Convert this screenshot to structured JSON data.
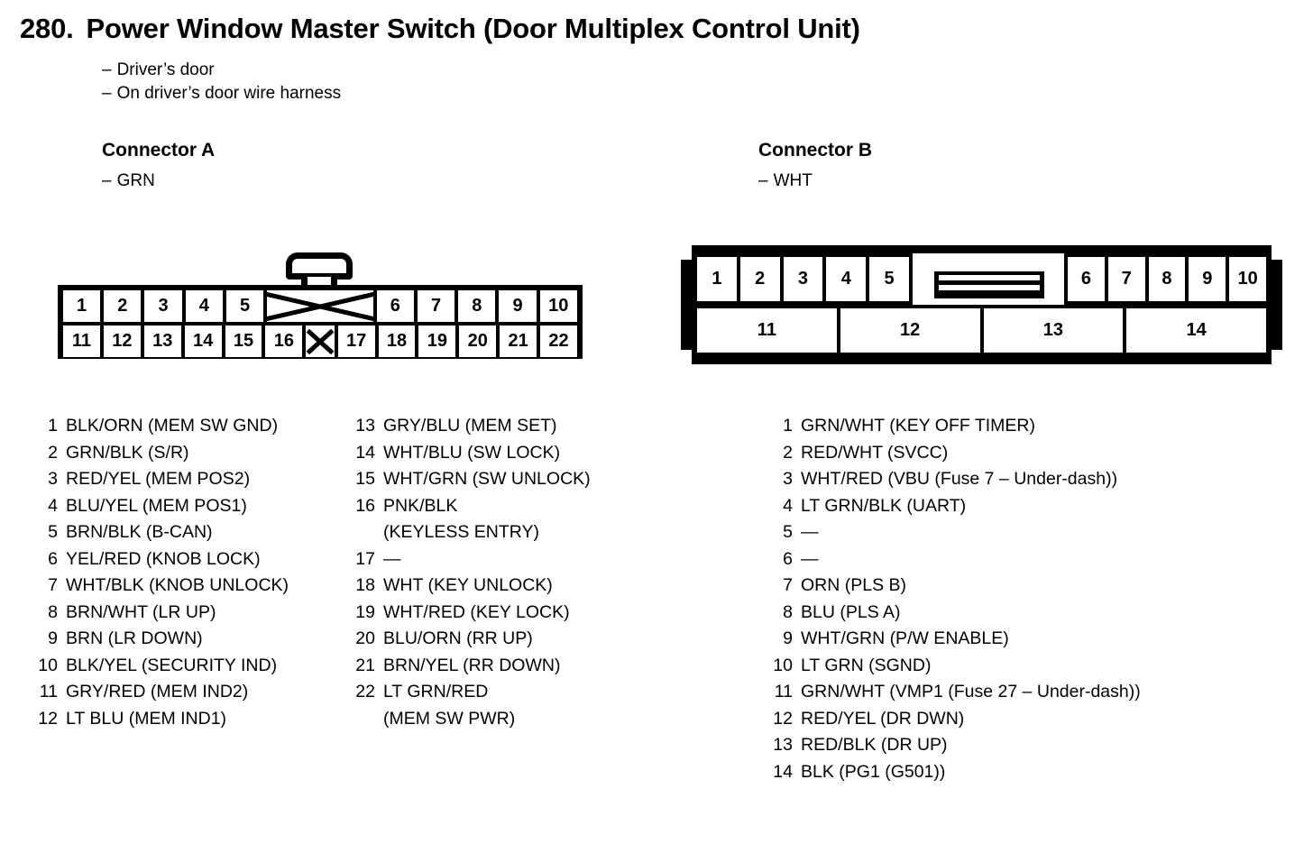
{
  "header": {
    "number": "280.",
    "title": "Power Window Master Switch (Door Multiplex Control Unit)",
    "notes": [
      {
        "dash": "–",
        "text": "Driver’s door"
      },
      {
        "dash": "–",
        "text": "On driver’s door wire harness"
      }
    ]
  },
  "connector_a": {
    "heading": "Connector A",
    "color_dash": "–",
    "color": "GRN",
    "diagram": {
      "top_row": [
        "1",
        "2",
        "3",
        "4",
        "5",
        "",
        "6",
        "7",
        "8",
        "9",
        "10"
      ],
      "bottom_row": [
        "11",
        "12",
        "13",
        "14",
        "15",
        "16",
        "",
        "17",
        "18",
        "19",
        "20",
        "21",
        "22"
      ]
    },
    "pins_col1": [
      {
        "num": "1",
        "label": "BLK/ORN (MEM SW GND)"
      },
      {
        "num": "2",
        "label": "GRN/BLK (S/R)"
      },
      {
        "num": "3",
        "label": "RED/YEL (MEM POS2)"
      },
      {
        "num": "4",
        "label": "BLU/YEL (MEM POS1)"
      },
      {
        "num": "5",
        "label": "BRN/BLK (B-CAN)"
      },
      {
        "num": "6",
        "label": "YEL/RED (KNOB LOCK)"
      },
      {
        "num": "7",
        "label": "WHT/BLK (KNOB UNLOCK)"
      },
      {
        "num": "8",
        "label": "BRN/WHT (LR UP)"
      },
      {
        "num": "9",
        "label": "BRN (LR DOWN)"
      },
      {
        "num": "10",
        "label": "BLK/YEL (SECURITY IND)"
      },
      {
        "num": "11",
        "label": "GRY/RED (MEM IND2)"
      },
      {
        "num": "12",
        "label": "LT BLU (MEM IND1)"
      }
    ],
    "pins_col2": [
      {
        "num": "13",
        "label": "GRY/BLU (MEM SET)"
      },
      {
        "num": "14",
        "label": "WHT/BLU (SW LOCK)"
      },
      {
        "num": "15",
        "label": "WHT/GRN (SW UNLOCK)"
      },
      {
        "num": "16",
        "label": "PNK/BLK",
        "cont": "(KEYLESS ENTRY)"
      },
      {
        "num": "17",
        "label": "—"
      },
      {
        "num": "18",
        "label": "WHT (KEY UNLOCK)"
      },
      {
        "num": "19",
        "label": "WHT/RED (KEY LOCK)"
      },
      {
        "num": "20",
        "label": "BLU/ORN (RR UP)"
      },
      {
        "num": "21",
        "label": "BRN/YEL (RR DOWN)"
      },
      {
        "num": "22",
        "label": "LT GRN/RED",
        "cont": "(MEM SW PWR)"
      }
    ]
  },
  "connector_b": {
    "heading": "Connector B",
    "color_dash": "–",
    "color": "WHT",
    "diagram": {
      "top_left_pins": [
        "1",
        "2",
        "3",
        "4",
        "5"
      ],
      "top_right_pins": [
        "6",
        "7",
        "8",
        "9",
        "10"
      ],
      "bottom_pins": [
        "11",
        "12",
        "13",
        "14"
      ]
    },
    "pins": [
      {
        "num": "1",
        "label": "GRN/WHT (KEY OFF TIMER)"
      },
      {
        "num": "2",
        "label": "RED/WHT (SVCC)"
      },
      {
        "num": "3",
        "label": "WHT/RED (VBU (Fuse 7 – Under-dash))"
      },
      {
        "num": "4",
        "label": "LT GRN/BLK (UART)"
      },
      {
        "num": "5",
        "label": "—"
      },
      {
        "num": "6",
        "label": "—"
      },
      {
        "num": "7",
        "label": "ORN (PLS B)"
      },
      {
        "num": "8",
        "label": "BLU (PLS A)"
      },
      {
        "num": "9",
        "label": "WHT/GRN (P/W ENABLE)"
      },
      {
        "num": "10",
        "label": "LT GRN (SGND)"
      },
      {
        "num": "11",
        "label": "GRN/WHT (VMP1 (Fuse 27 – Under-dash))"
      },
      {
        "num": "12",
        "label": "RED/YEL (DR DWN)"
      },
      {
        "num": "13",
        "label": "RED/BLK (DR UP)"
      },
      {
        "num": "14",
        "label": "BLK (PG1 (G501))"
      }
    ]
  },
  "colors": {
    "ink": "#000000",
    "paper": "#ffffff"
  }
}
